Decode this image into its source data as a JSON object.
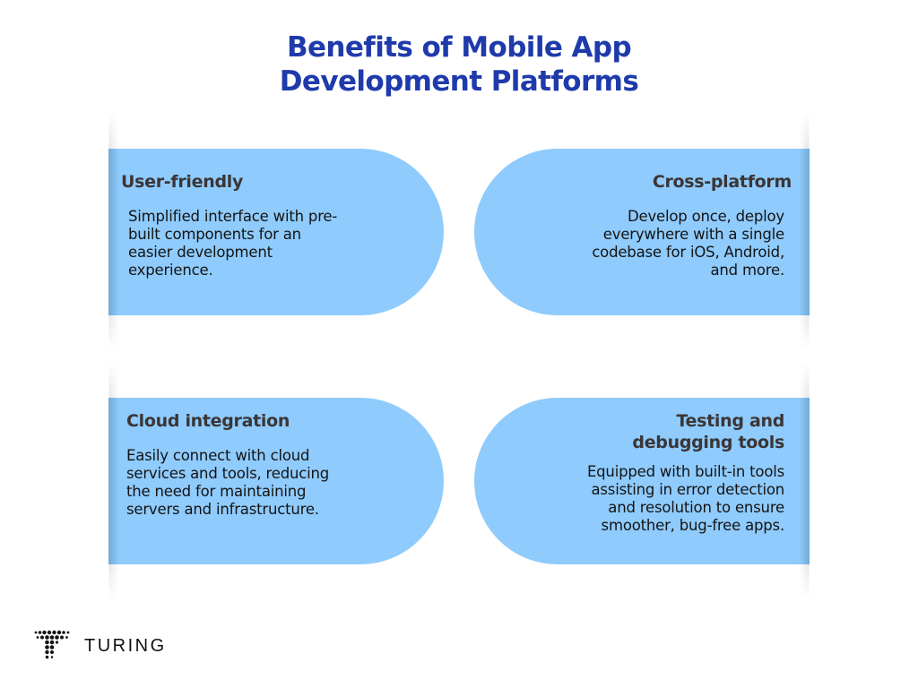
{
  "title": {
    "line1": "Benefits of Mobile App",
    "line2": "Development Platforms"
  },
  "colors": {
    "title": "#1e3aab",
    "card_fill": "#8fcbfc",
    "card_edge": "#72a9d6",
    "heading_text": "#3a3536",
    "body_text": "#141414"
  },
  "cards": [
    {
      "position": "top-left",
      "heading": "User-friendly",
      "body_lines": [
        "Simplified interface with pre-",
        "built components for an",
        "easier development",
        "experience."
      ]
    },
    {
      "position": "top-right",
      "heading": "Cross-platform",
      "body_lines": [
        "Develop once, deploy",
        "everywhere with a single",
        "codebase for iOS, Android,",
        "and more."
      ]
    },
    {
      "position": "bottom-left",
      "heading": "Cloud integration",
      "body_lines": [
        "Easily connect with cloud",
        "services and tools, reducing",
        "the need for maintaining",
        "servers and infrastructure."
      ]
    },
    {
      "position": "bottom-right",
      "heading_lines": [
        "Testing and",
        "debugging tools"
      ],
      "body_lines": [
        "Equipped with built-in tools",
        "assisting in error detection",
        "and resolution to ensure",
        "smoother, bug-free apps."
      ]
    }
  ],
  "logo": {
    "icon": "turing-dot-t-icon",
    "text": "TURING"
  }
}
